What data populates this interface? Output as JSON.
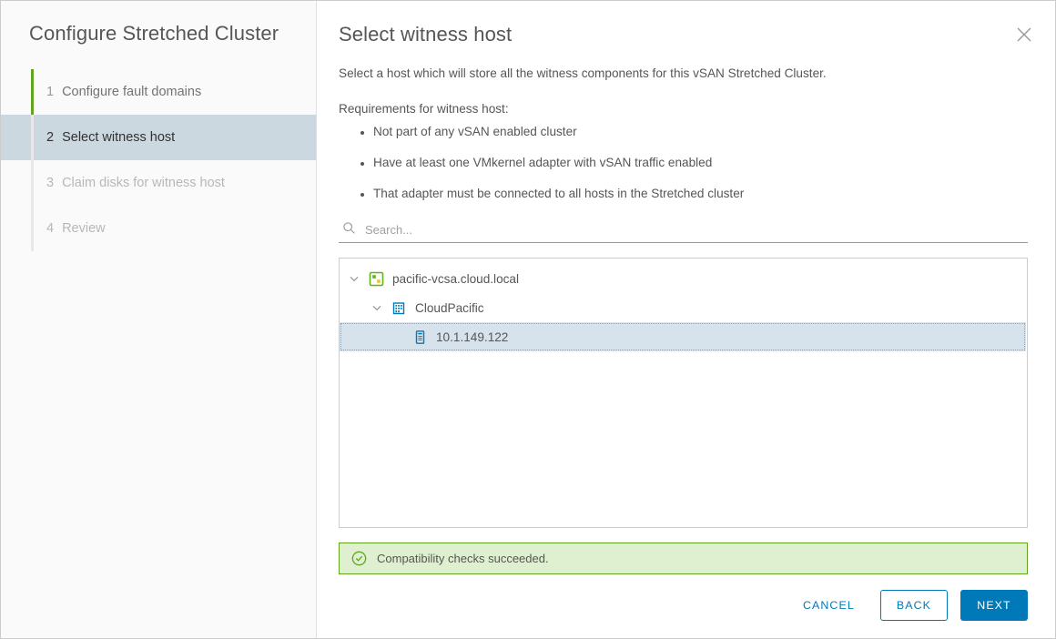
{
  "wizard": {
    "title": "Configure Stretched Cluster",
    "steps": [
      {
        "num": "1",
        "label": "Configure fault domains",
        "state": "done"
      },
      {
        "num": "2",
        "label": "Select witness host",
        "state": "active"
      },
      {
        "num": "3",
        "label": "Claim disks for witness host",
        "state": "disabled"
      },
      {
        "num": "4",
        "label": "Review",
        "state": "disabled"
      }
    ]
  },
  "content": {
    "title": "Select witness host",
    "close_icon": "close-icon",
    "intro": "Select a host which will store all the witness components for this vSAN Stretched Cluster.",
    "requirements_heading": "Requirements for witness host:",
    "requirements": [
      "Not part of any vSAN enabled cluster",
      "Have at least one VMkernel adapter with vSAN traffic enabled",
      "That adapter must be connected to all hosts in the Stretched cluster"
    ]
  },
  "search": {
    "icon": "search-icon",
    "placeholder": "Search...",
    "value": ""
  },
  "tree": {
    "nodes": [
      {
        "label": "pacific-vcsa.cloud.local",
        "level": 0,
        "icon": "vcenter-icon",
        "expanded": true,
        "selected": false
      },
      {
        "label": "CloudPacific",
        "level": 1,
        "icon": "datacenter-icon",
        "expanded": true,
        "selected": false
      },
      {
        "label": "10.1.149.122",
        "level": 2,
        "icon": "host-icon",
        "expanded": false,
        "selected": true
      }
    ]
  },
  "status": {
    "icon": "success-check-icon",
    "message": "Compatibility checks succeeded.",
    "color": "#62a420",
    "background": "#dff0d0"
  },
  "footer": {
    "cancel_label": "CANCEL",
    "back_label": "BACK",
    "next_label": "NEXT",
    "accent": "#0079b8"
  }
}
